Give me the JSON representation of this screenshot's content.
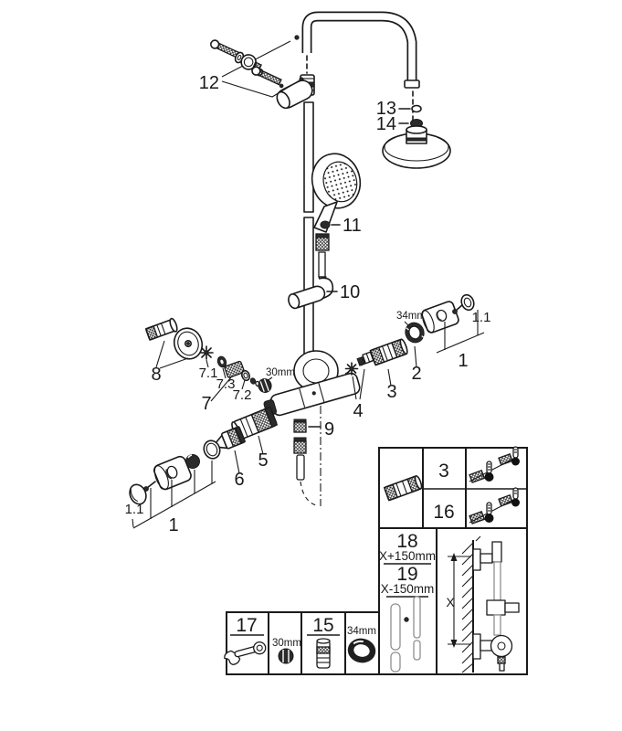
{
  "figure": {
    "kind": "exploded parts diagram",
    "background": "#ffffff",
    "ink": "#1a1a1a",
    "rail_gray": "#8f8f8f"
  },
  "callouts": {
    "c1": "1",
    "c1_1": "1.1",
    "c2": "2",
    "c3": "3",
    "c4": "4",
    "c5": "5",
    "c6": "6",
    "c7": "7",
    "c7_1": "7.1",
    "c7_2": "7.2",
    "c7_3": "7.3",
    "c8": "8",
    "c9": "9",
    "c10": "10",
    "c11": "11",
    "c12": "12",
    "c13": "13",
    "c14": "14"
  },
  "dimensions": {
    "mm30": "30mm",
    "mm34": "34mm"
  },
  "kit_table": {
    "row1_id": "3",
    "row2_id": "16"
  },
  "length_table": {
    "item1_id": "18",
    "item1_len": "X+150mm",
    "item2_id": "19",
    "item2_len": "X-150mm",
    "x_label": "X"
  },
  "tool_table": {
    "wrench_id": "17",
    "nut_size": "30mm",
    "cartridge_id": "15",
    "ring_size": "34mm"
  }
}
